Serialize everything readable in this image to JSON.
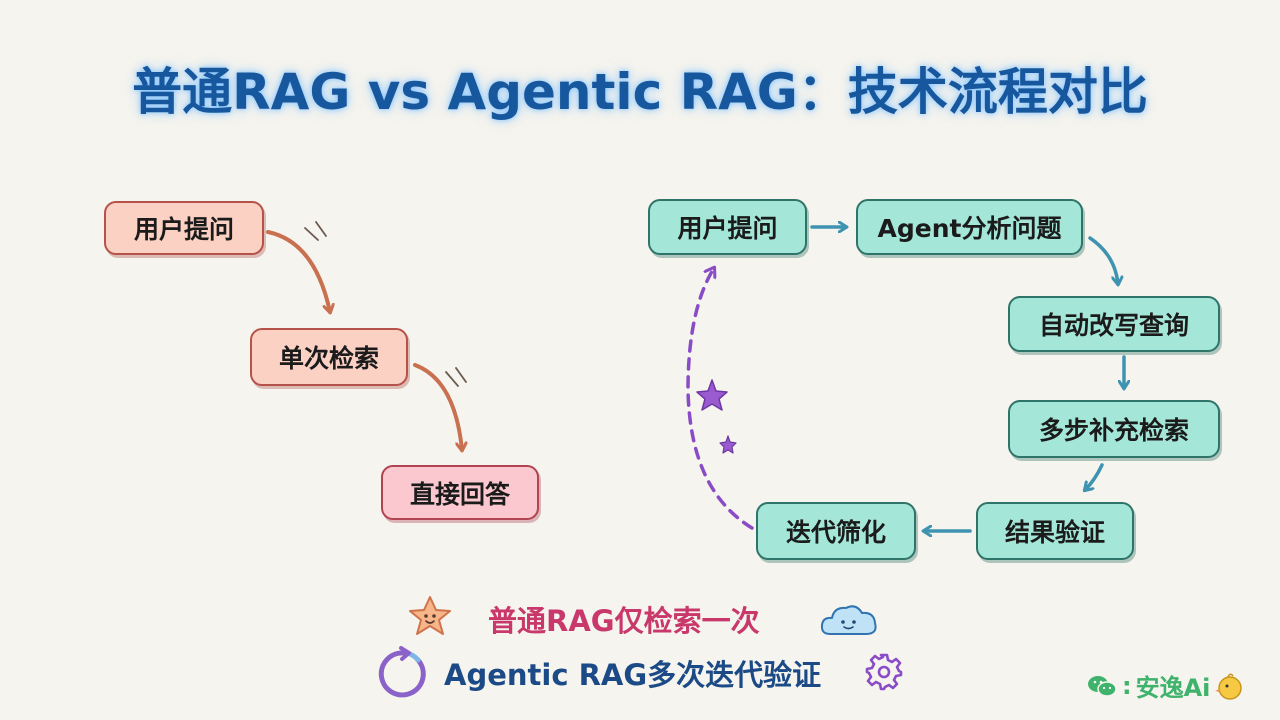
{
  "title": "普通RAG vs Agentic RAG：技术流程对比",
  "standard_rag": {
    "steps": [
      "用户提问",
      "单次检索",
      "直接回答"
    ]
  },
  "agentic_rag": {
    "steps": [
      "用户提问",
      "Agent分析问题",
      "自动改写查询",
      "多步补充检索",
      "结果验证",
      "迭代筛化"
    ]
  },
  "summary": {
    "line1": "普通RAG仅检索一次",
    "line2": "Agentic RAG多次迭代验证"
  },
  "watermark": {
    "text": "安逸Ai"
  },
  "colors": {
    "title": "#17579e",
    "standard_node_fill": "#fbd1c4",
    "answer_node_fill": "#fac8ce",
    "agentic_node_fill": "#a4e7d9",
    "standard_arrow": "#c87050",
    "agentic_arrow": "#3e93b0",
    "loop_arrow": "#8a4bc7",
    "summary1": "#c8386b",
    "summary2": "#1b4a86"
  }
}
